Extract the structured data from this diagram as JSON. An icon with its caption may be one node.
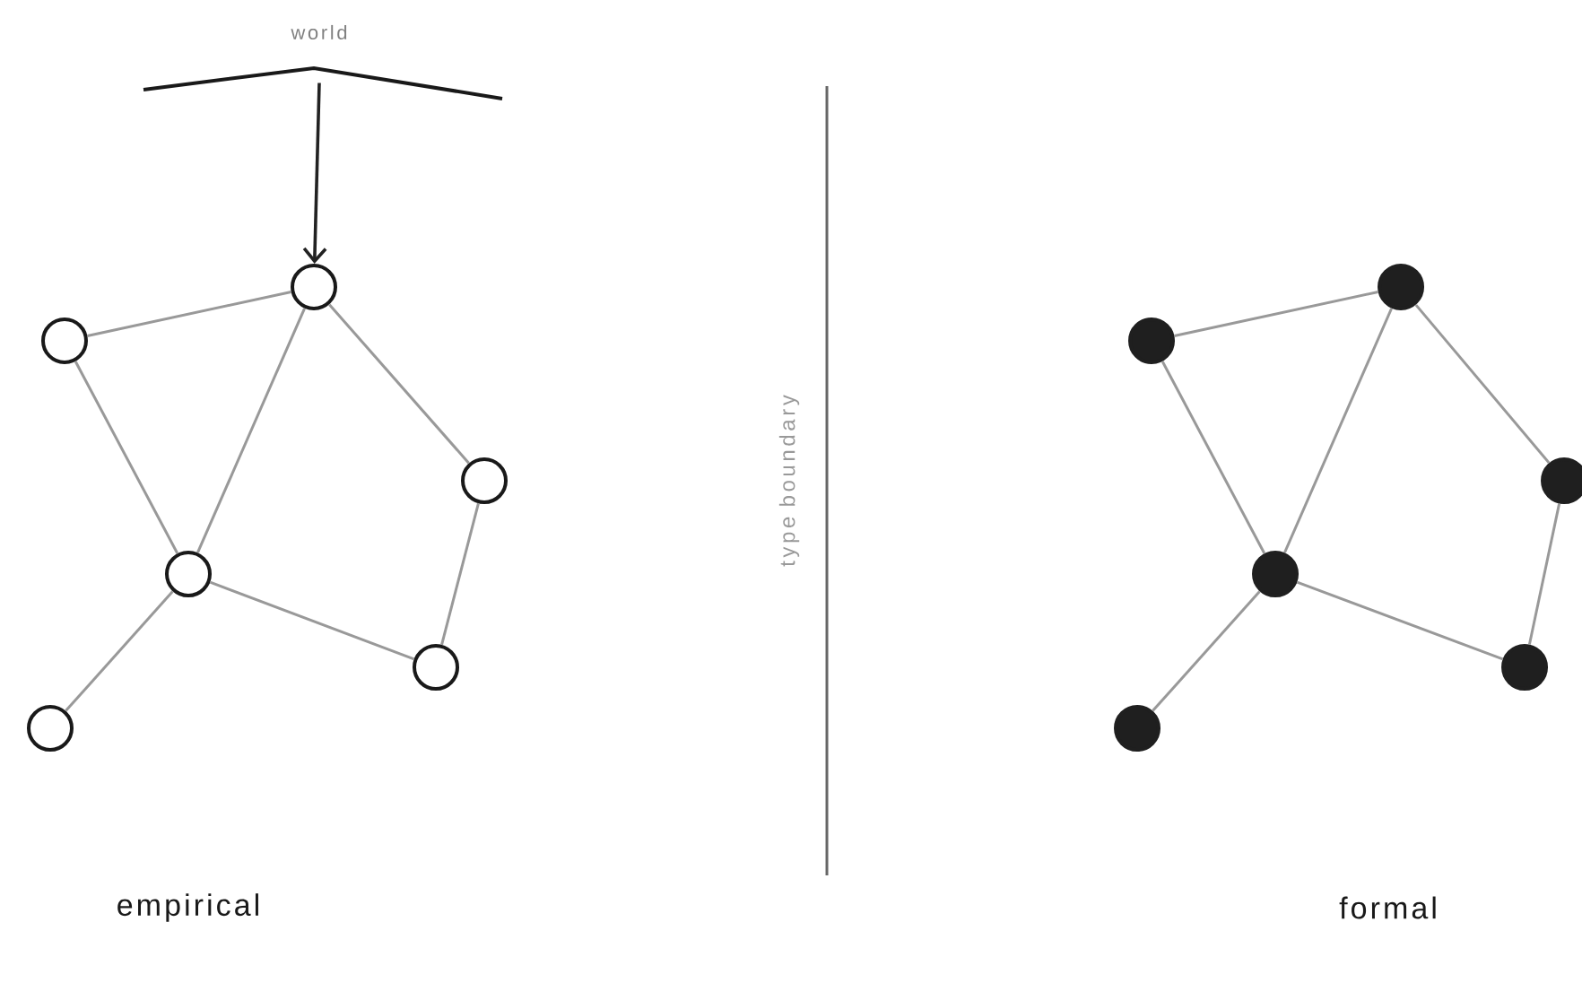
{
  "diagram": {
    "nodes": [
      {
        "text": [
          "world"
        ]
      },
      {
        "text": [],
        "shape": "circle"
      },
      {
        "text": [],
        "shape": "circle"
      },
      {
        "text": [],
        "shape": "circle"
      },
      {
        "text": [],
        "shape": "circle"
      },
      {
        "text": [],
        "shape": "circle"
      },
      {
        "text": [],
        "shape": "circle"
      },
      {
        "text": [],
        "shape": "circle"
      },
      {
        "text": [],
        "shape": "circle"
      },
      {
        "text": [],
        "shape": "circle"
      },
      {
        "text": [],
        "shape": "circle"
      },
      {
        "text": [],
        "shape": "circle"
      },
      {
        "text": [],
        "shape": "circle"
      }
    ],
    "edges": [
      {
        "from": 0,
        "to": 1,
        "arrow": "to",
        "color": "#222222"
      },
      {
        "from": 2,
        "to": 1,
        "arrow": "none"
      },
      {
        "from": 1,
        "to": 4,
        "arrow": "none"
      },
      {
        "from": 1,
        "to": 3,
        "arrow": "none"
      },
      {
        "from": 2,
        "to": 4,
        "arrow": "none"
      },
      {
        "from": 3,
        "to": 5,
        "arrow": "none"
      },
      {
        "from": 4,
        "to": 5,
        "arrow": "none"
      },
      {
        "from": 4,
        "to": 6,
        "arrow": "none"
      },
      {
        "from": 8,
        "to": 7,
        "arrow": "none"
      },
      {
        "from": 7,
        "to": 10,
        "arrow": "none"
      },
      {
        "from": 7,
        "to": 9,
        "arrow": "none"
      },
      {
        "from": 8,
        "to": 10,
        "arrow": "none"
      },
      {
        "from": 9,
        "to": 11,
        "arrow": "none"
      },
      {
        "from": 10,
        "to": 11,
        "arrow": "none"
      },
      {
        "from": 10,
        "to": 12,
        "arrow": "none"
      }
    ],
    "labels": [
      "type boundary",
      "empirical",
      "formal"
    ]
  }
}
